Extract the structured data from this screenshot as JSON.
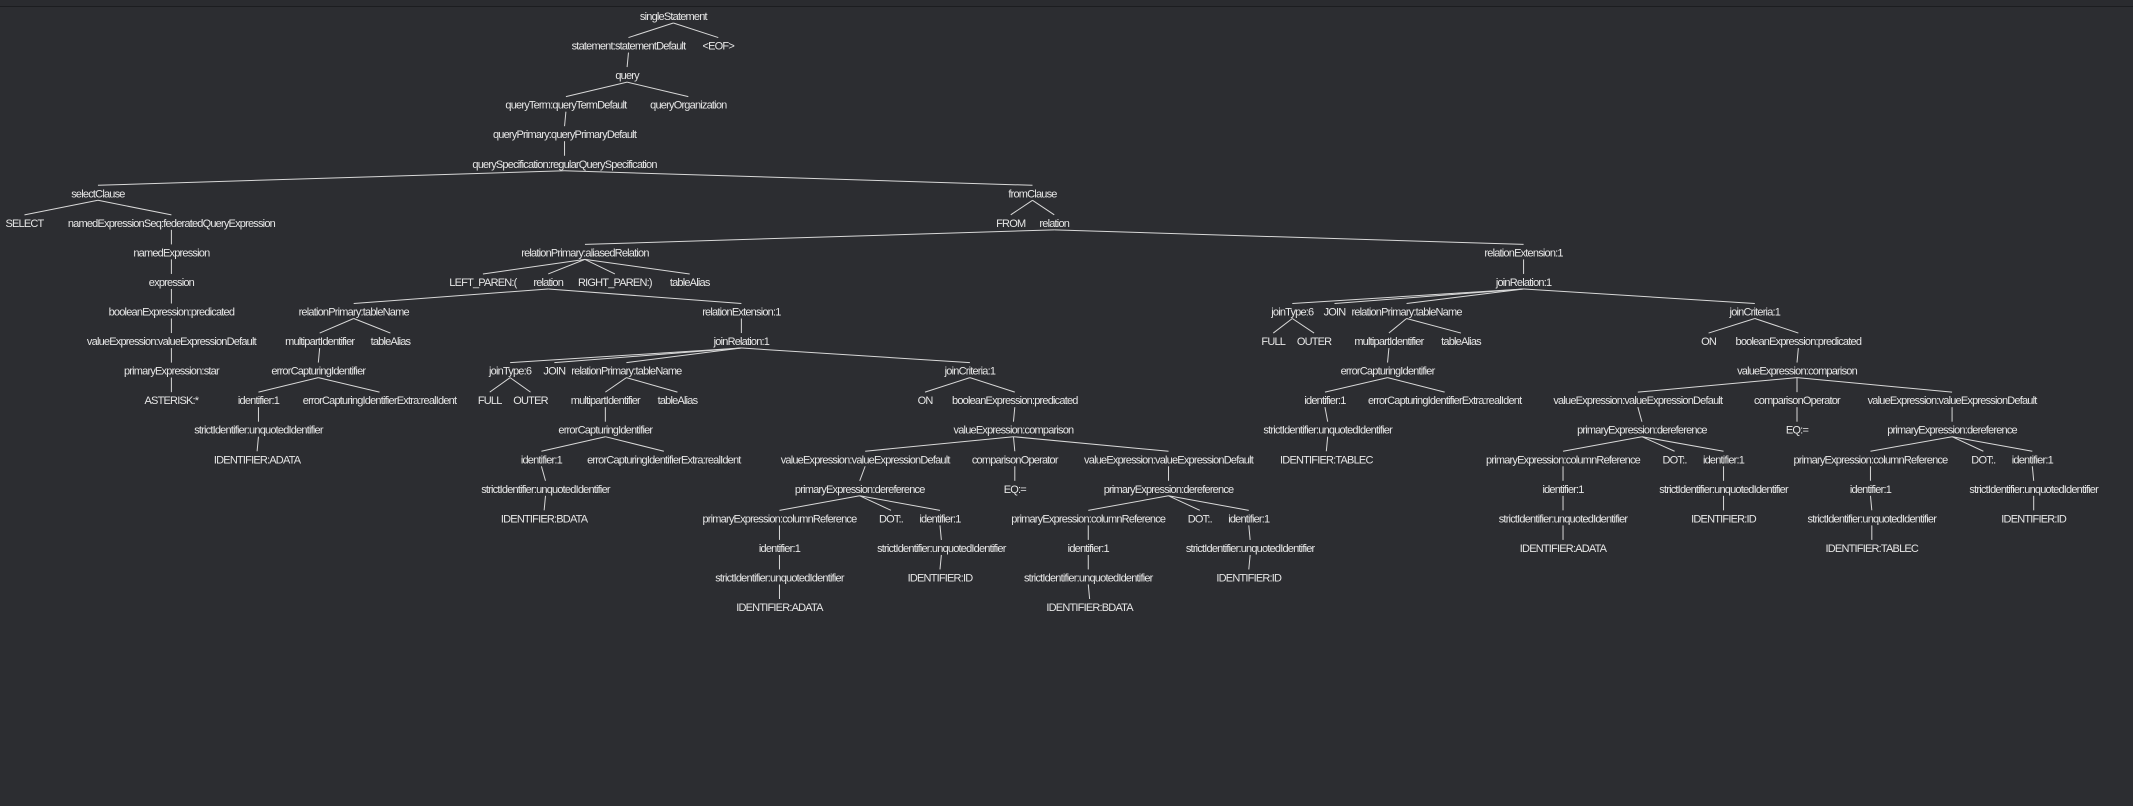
{
  "parse_tree": {
    "nodes": [
      "singleStatement",
      "statement:statementDefault",
      "<EOF>",
      "query",
      "queryTerm:queryTermDefault",
      "queryOrganization",
      "queryPrimary:queryPrimaryDefault",
      "querySpecification:regularQuerySpecification",
      "selectClause",
      "fromClause",
      "SELECT",
      "namedExpressionSeq:federatedQueryExpression",
      "FROM",
      "relation",
      "namedExpression",
      "relationPrimary:aliasedRelation",
      "relationExtension:1",
      "expression",
      "LEFT_PAREN:(",
      "relation",
      "RIGHT_PAREN:)",
      "tableAlias",
      "joinRelation:1",
      "booleanExpression:predicated",
      "relationPrimary:tableName",
      "relationExtension:1",
      "joinType:6",
      "JOIN",
      "relationPrimary:tableName",
      "joinCriteria:1",
      "valueExpression:valueExpressionDefault",
      "multipartIdentifier",
      "tableAlias",
      "joinRelation:1",
      "FULL",
      "OUTER",
      "multipartIdentifier",
      "tableAlias",
      "ON",
      "booleanExpression:predicated",
      "primaryExpression:star",
      "errorCapturingIdentifier",
      "joinType:6",
      "JOIN",
      "relationPrimary:tableName",
      "joinCriteria:1",
      "errorCapturingIdentifier",
      "valueExpression:comparison",
      "ASTERISK:*",
      "identifier:1",
      "errorCapturingIdentifierExtra:realIdent",
      "FULL",
      "OUTER",
      "multipartIdentifier",
      "tableAlias",
      "ON",
      "booleanExpression:predicated",
      "identifier:1",
      "errorCapturingIdentifierExtra:realIdent",
      "valueExpression:valueExpressionDefault",
      "comparisonOperator",
      "valueExpression:valueExpressionDefault",
      "strictIdentifier:unquotedIdentifier",
      "errorCapturingIdentifier",
      "valueExpression:comparison",
      "strictIdentifier:unquotedIdentifier",
      "primaryExpression:dereference",
      "EQ:=",
      "primaryExpression:dereference",
      "IDENTIFIER:ADATA",
      "identifier:1",
      "errorCapturingIdentifierExtra:realIdent",
      "valueExpression:valueExpressionDefault",
      "comparisonOperator",
      "valueExpression:valueExpressionDefault",
      "IDENTIFIER:TABLEC",
      "primaryExpression:columnReference",
      "DOT:.",
      "identifier:1",
      "primaryExpression:columnReference",
      "DOT:.",
      "identifier:1",
      "strictIdentifier:unquotedIdentifier",
      "primaryExpression:dereference",
      "EQ:=",
      "primaryExpression:dereference",
      "identifier:1",
      "strictIdentifier:unquotedIdentifier",
      "identifier:1",
      "strictIdentifier:unquotedIdentifier",
      "IDENTIFIER:BDATA",
      "primaryExpression:columnReference",
      "DOT:.",
      "identifier:1",
      "primaryExpression:columnReference",
      "DOT:.",
      "identifier:1",
      "strictIdentifier:unquotedIdentifier",
      "IDENTIFIER:ID",
      "strictIdentifier:unquotedIdentifier",
      "IDENTIFIER:ID",
      "identifier:1",
      "strictIdentifier:unquotedIdentifier",
      "identifier:1",
      "strictIdentifier:unquotedIdentifier",
      "IDENTIFIER:ADATA",
      "IDENTIFIER:TABLEC",
      "strictIdentifier:unquotedIdentifier",
      "IDENTIFIER:ID",
      "strictIdentifier:unquotedIdentifier",
      "IDENTIFIER:ID",
      "IDENTIFIER:ADATA",
      "IDENTIFIER:BDATA"
    ]
  }
}
